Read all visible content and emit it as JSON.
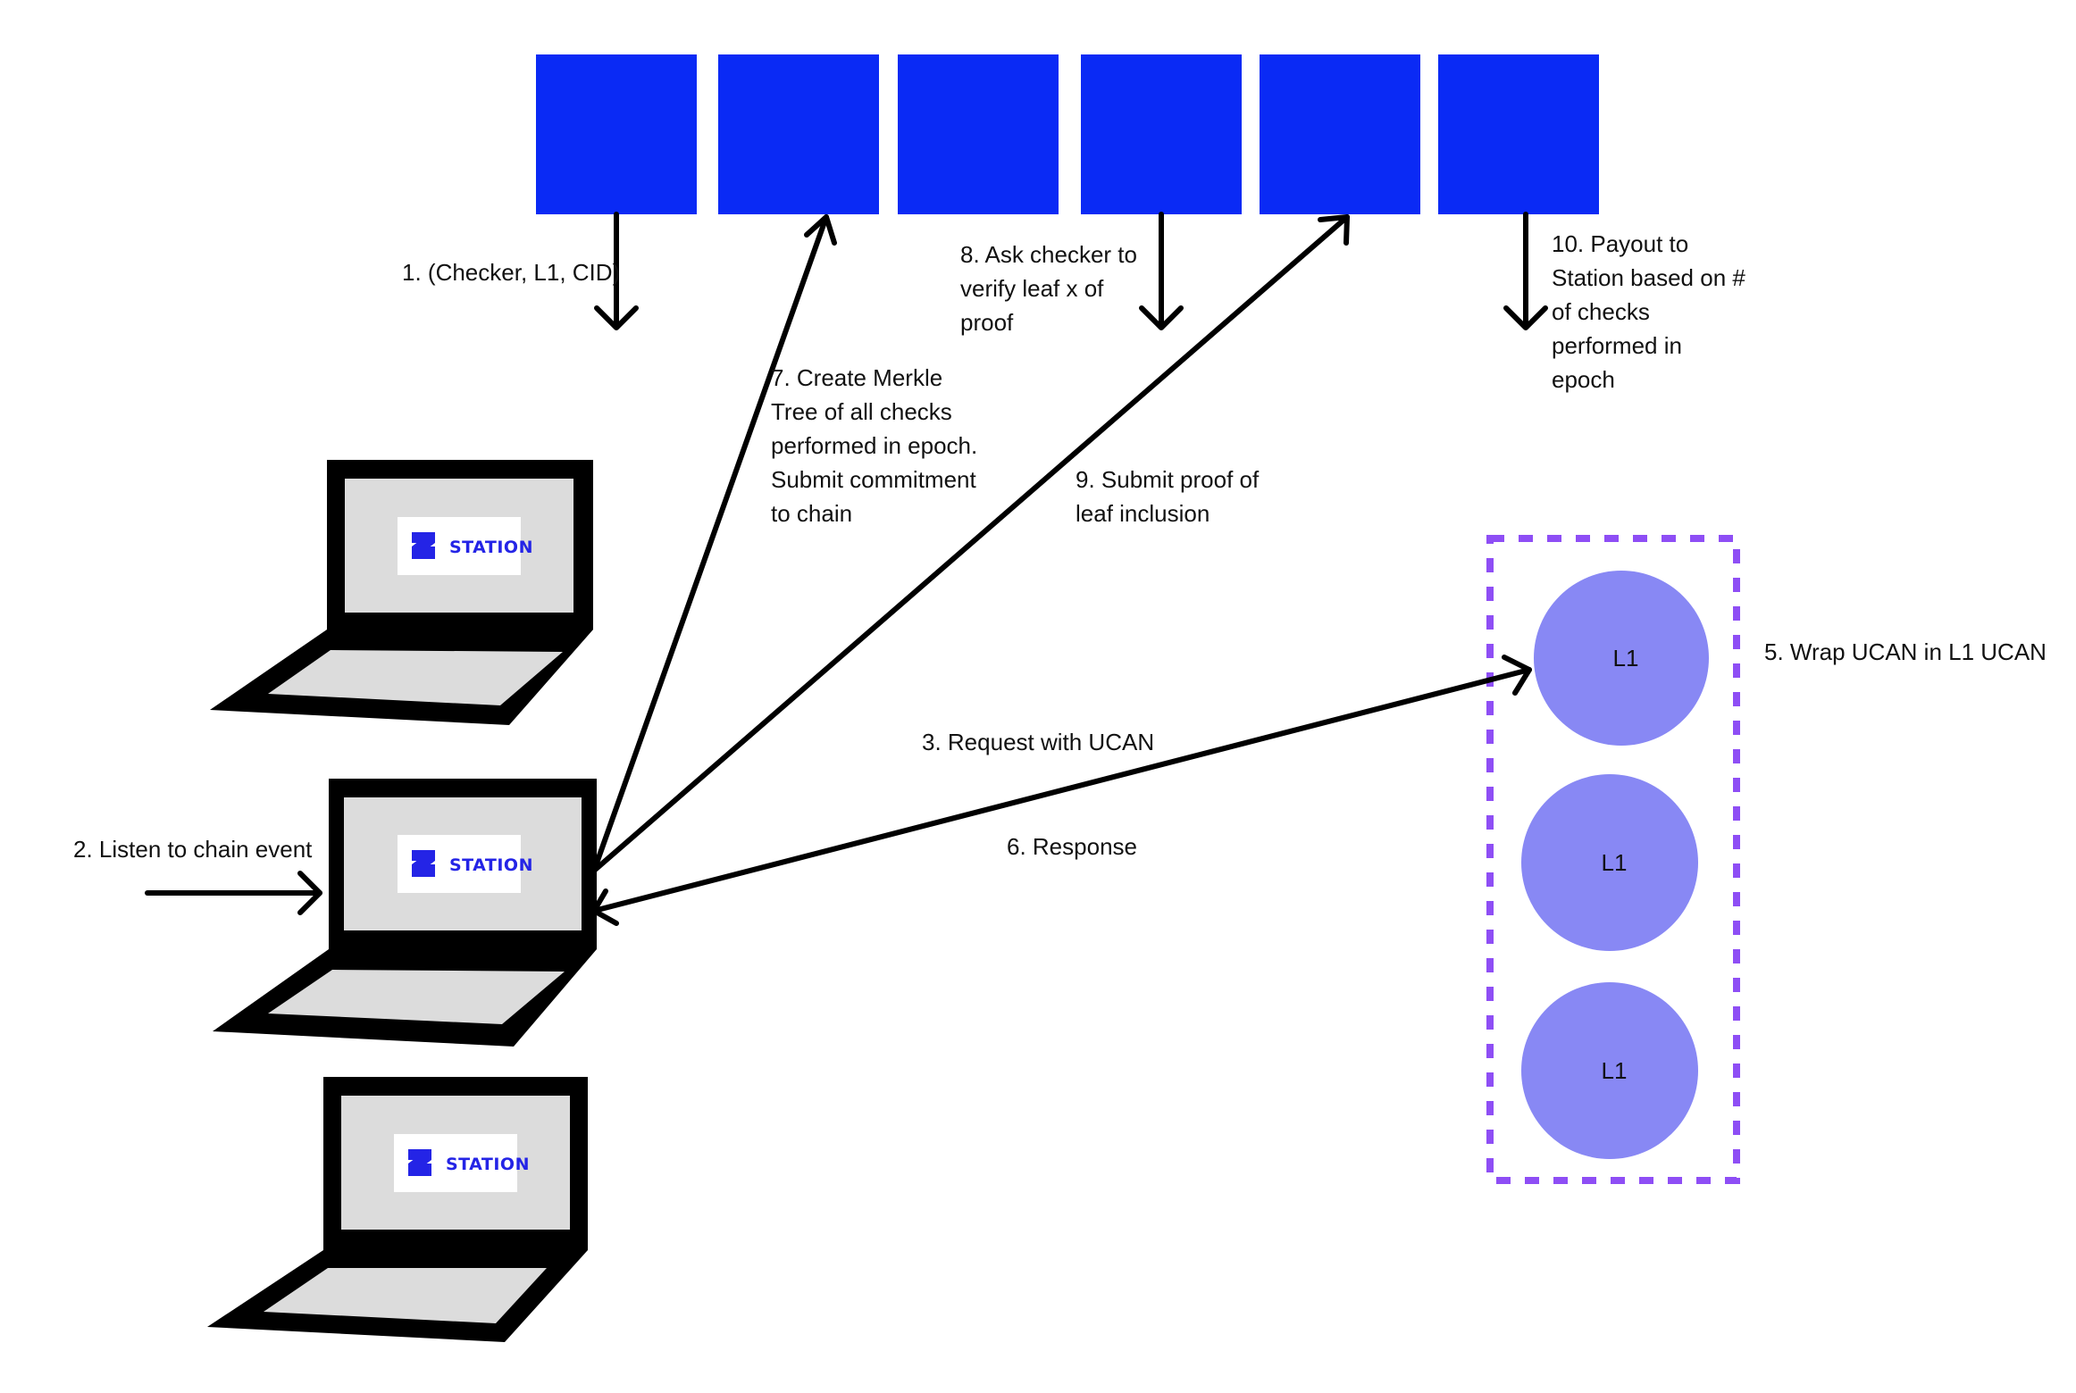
{
  "colors": {
    "block": "#0a2af5",
    "laptop_frame": "#000000",
    "laptop_screen": "#dcdcdc",
    "logo_bg": "#ffffff",
    "logo_accent": "#2424e6",
    "node_fill": "#8888f4",
    "group_border": "#8e4ef5",
    "arrow": "#000000"
  },
  "chain_blocks": {
    "count": 6
  },
  "laptops": [
    {
      "logo_text": "STATION"
    },
    {
      "logo_text": "STATION"
    },
    {
      "logo_text": "STATION"
    }
  ],
  "l1_nodes": [
    {
      "label": "L1"
    },
    {
      "label": "L1"
    },
    {
      "label": "L1"
    }
  ],
  "steps": {
    "s1": "1. (Checker, L1, CID)",
    "s2": "2. Listen to chain event",
    "s3": "3. Request with UCAN",
    "s5": "5. Wrap UCAN in L1 UCAN",
    "s6": "6. Response",
    "s7": "7. Create Merkle\nTree of all checks\nperformed in epoch.\nSubmit commitment\nto chain",
    "s8": "8. Ask checker to\nverify leaf x of\nproof",
    "s9": "9. Submit proof of\nleaf inclusion",
    "s10": "10. Payout to\nStation based on #\nof checks\nperformed in\nepoch"
  }
}
